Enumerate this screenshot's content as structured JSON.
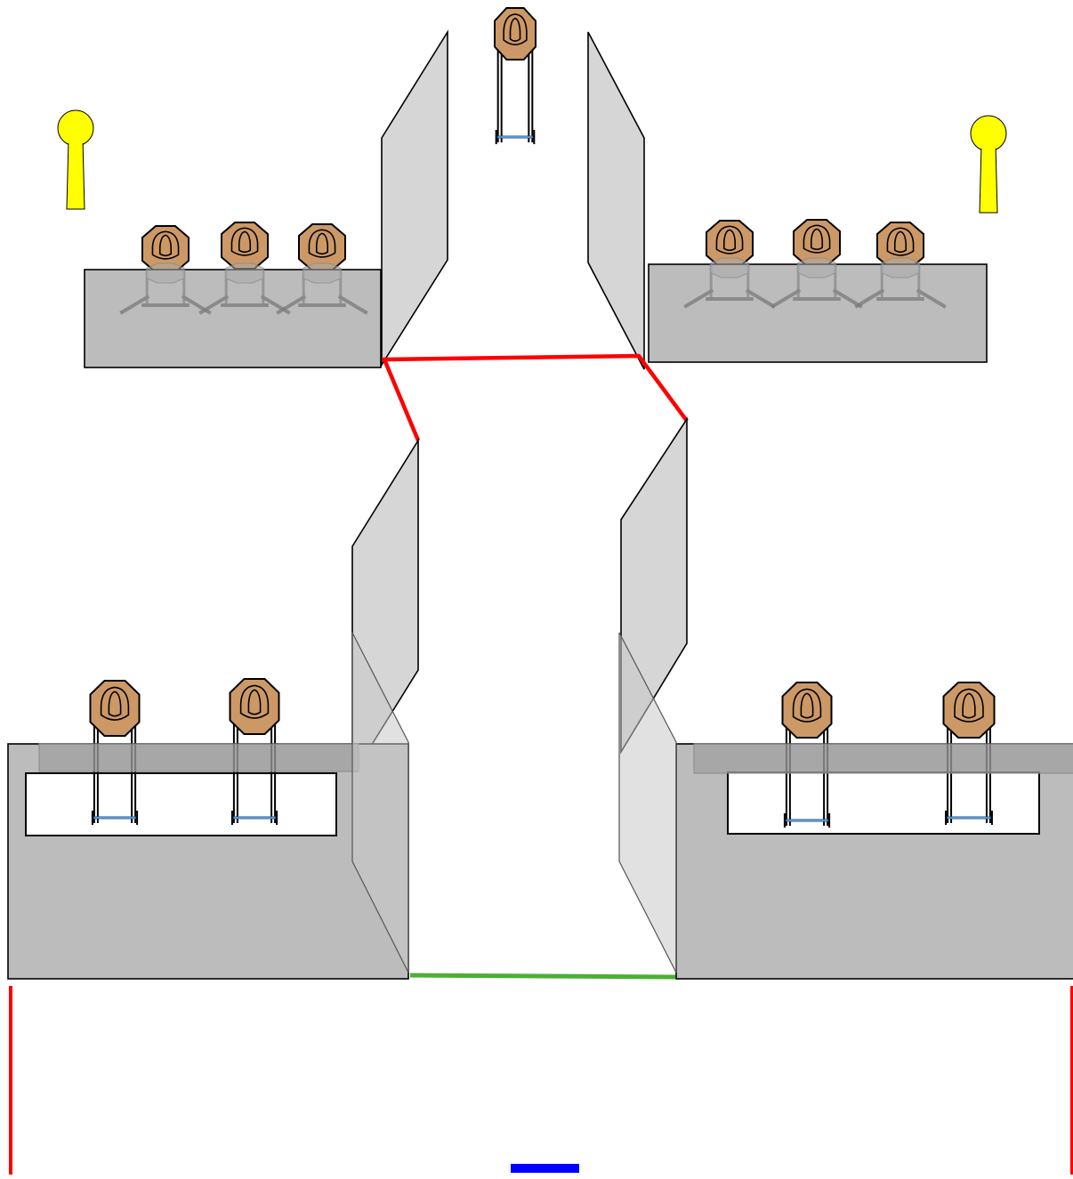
{
  "stage": {
    "colors": {
      "target_paper": "#cc9966",
      "popper": "#ffff00",
      "wall": "#d6d6d6",
      "barrel": "#bdbcbd",
      "fault_line": "#ff0000",
      "start_line": "#4caf34",
      "start_position": "#0000ff",
      "stand_base": "#1f4f8f"
    },
    "elements": {
      "paper_targets": 11,
      "steel_poppers": 2,
      "barrels": 2,
      "boxes": 2,
      "walls": 6
    }
  }
}
